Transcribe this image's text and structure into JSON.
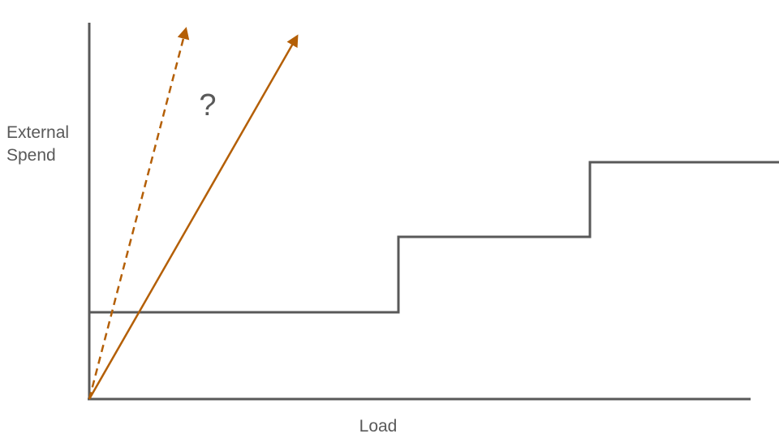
{
  "diagram": {
    "y_axis_label_lines": [
      "External",
      "Spend"
    ],
    "x_axis_label": "Load",
    "question_mark": "?",
    "colors": {
      "axis": "#595959",
      "step_line": "#595959",
      "arrow": "#b45f06",
      "text": "#595959"
    },
    "elements": [
      {
        "name": "step-cost-line",
        "description_shown": false
      },
      {
        "name": "linear-cost-arrow",
        "style": "solid"
      },
      {
        "name": "steeper-cost-arrow",
        "style": "dashed"
      }
    ]
  }
}
